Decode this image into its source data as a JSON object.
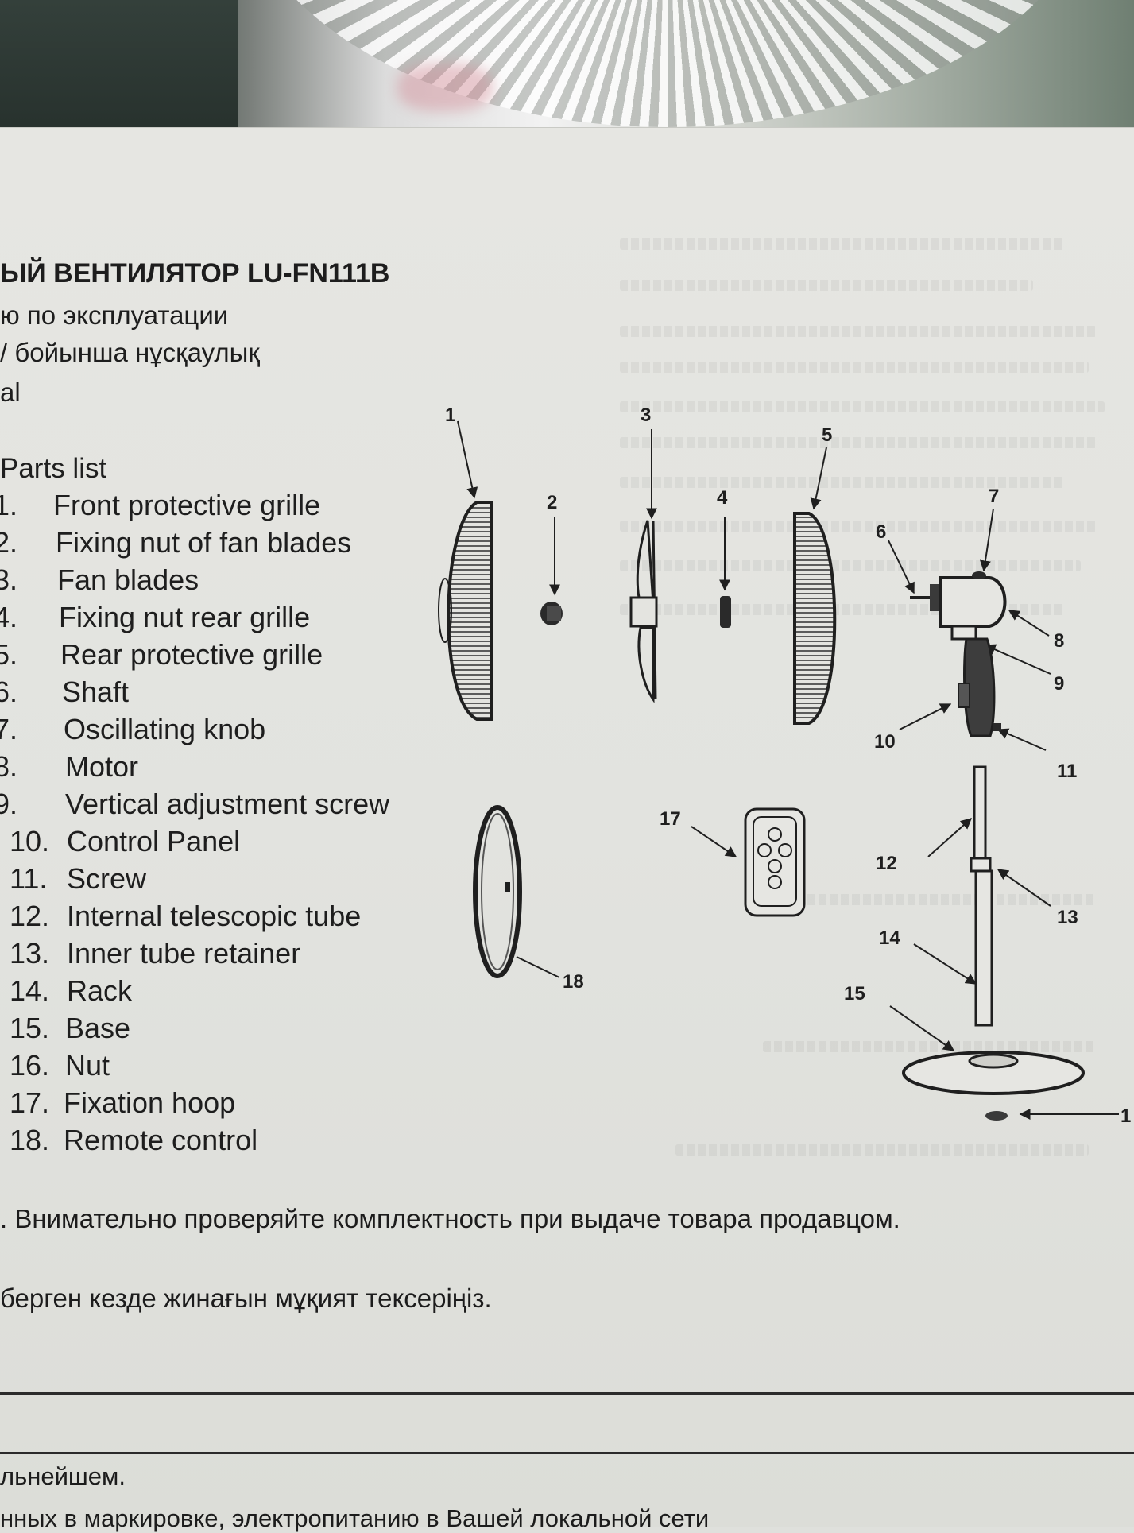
{
  "document": {
    "title": "ЫЙ ВЕНТИЛЯТОР LU-FN111B",
    "subtitle_ru": "ю по эксплуатации",
    "subtitle_kz": "/ бойынша нұсқаулық",
    "subtitle_en": "al"
  },
  "parts": {
    "heading": "Parts list",
    "items": [
      {
        "num": "1.",
        "label": "Front protective grille"
      },
      {
        "num": "2.",
        "label": "Fixing nut of fan blades"
      },
      {
        "num": "3.",
        "label": "Fan blades"
      },
      {
        "num": "4.",
        "label": "Fixing nut rear grille"
      },
      {
        "num": "5.",
        "label": "Rear protective grille"
      },
      {
        "num": "6.",
        "label": "Shaft"
      },
      {
        "num": "7.",
        "label": "Oscillating knob"
      },
      {
        "num": "8.",
        "label": "Motor"
      },
      {
        "num": "9.",
        "label": "Vertical adjustment screw"
      },
      {
        "num": "10.",
        "label": "Control Panel"
      },
      {
        "num": "11.",
        "label": "Screw"
      },
      {
        "num": "12.",
        "label": "Internal telescopic tube"
      },
      {
        "num": "13.",
        "label": "Inner tube retainer"
      },
      {
        "num": "14.",
        "label": "Rack"
      },
      {
        "num": "15.",
        "label": "Base"
      },
      {
        "num": "16.",
        "label": "Nut"
      },
      {
        "num": "17.",
        "label": "Fixation hoop"
      },
      {
        "num": "18.",
        "label": "Remote control"
      }
    ]
  },
  "diagram_callouts": [
    "1",
    "2",
    "3",
    "4",
    "5",
    "6",
    "7",
    "8",
    "9",
    "10",
    "11",
    "12",
    "13",
    "14",
    "15",
    "17",
    "18",
    "1"
  ],
  "notices": {
    "ru": ". Внимательно проверяйте комплектность при выдаче товара продавцом.",
    "kz": "берген кезде жинағын мұқият тексеріңіз."
  },
  "footer": {
    "line1": "льнейшем.",
    "line2": "нных в маркировке, электропитанию в Вашей локальной сети"
  }
}
